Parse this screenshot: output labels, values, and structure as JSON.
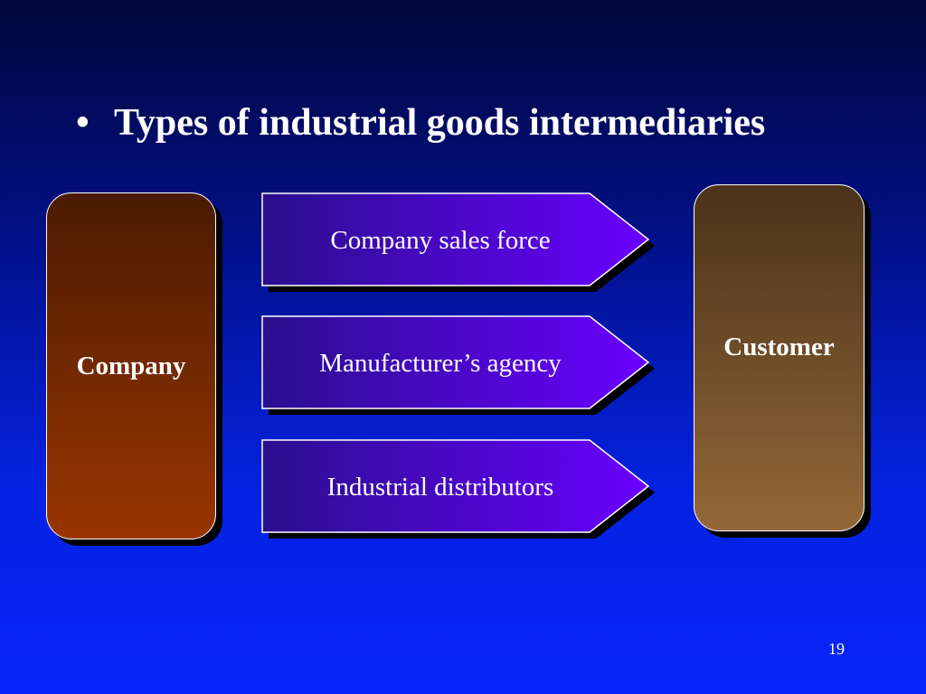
{
  "slide": {
    "bullet": "•",
    "title": "Types of industrial goods intermediaries",
    "page_number": "19"
  },
  "diagram": {
    "left_box": "Company",
    "right_box": "Customer",
    "channels": [
      "Company sales force",
      "Manufacturer’s agency",
      "Industrial distributors"
    ]
  },
  "colors": {
    "background_top": "#01063a",
    "background_bottom": "#0626fb",
    "company_box": "#993500",
    "customer_box": "#946838",
    "arrow_dark": "#2a0f8e",
    "arrow_light": "#6a00ff",
    "shadow": "#000000",
    "text": "#ffffff"
  }
}
